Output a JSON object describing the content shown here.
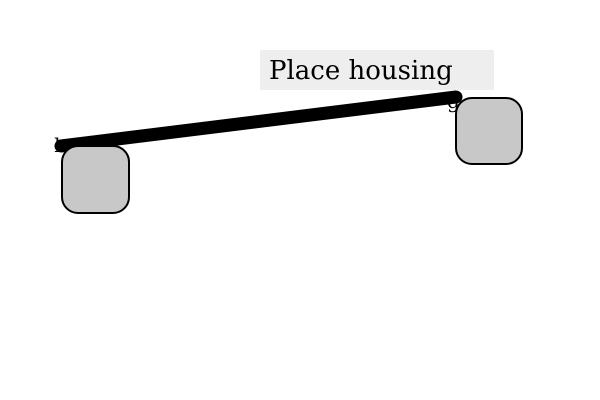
{
  "instruction": {
    "text": "Place housing"
  },
  "nodes": [
    {
      "label": "h"
    },
    {
      "label": "g"
    }
  ],
  "colors": {
    "background": "#ffffff",
    "label_box": "#eeeeee",
    "housing_fill": "#c8c8c8",
    "housing_stroke": "#000000",
    "rod": "#000000"
  }
}
